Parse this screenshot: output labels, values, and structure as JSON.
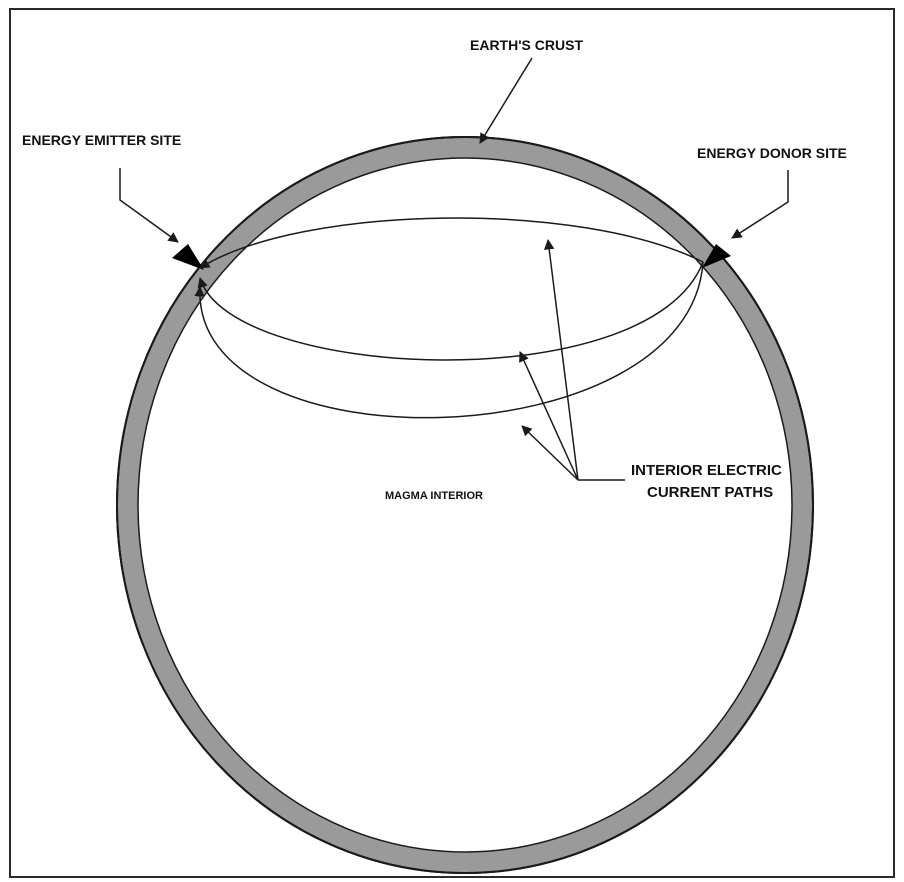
{
  "labels": {
    "crust": "EARTH'S CRUST",
    "emitter": "ENERGY EMITTER SITE",
    "donor": "ENERGY DONOR SITE",
    "magma": "MAGMA INTERIOR",
    "current_line1": "INTERIOR ELECTRIC",
    "current_line2": "CURRENT PATHS"
  },
  "colors": {
    "crust_fill": "#9a9a9a",
    "stroke": "#1a1a1a",
    "site_marker": "#000000",
    "frame": "#2a2a2a"
  }
}
